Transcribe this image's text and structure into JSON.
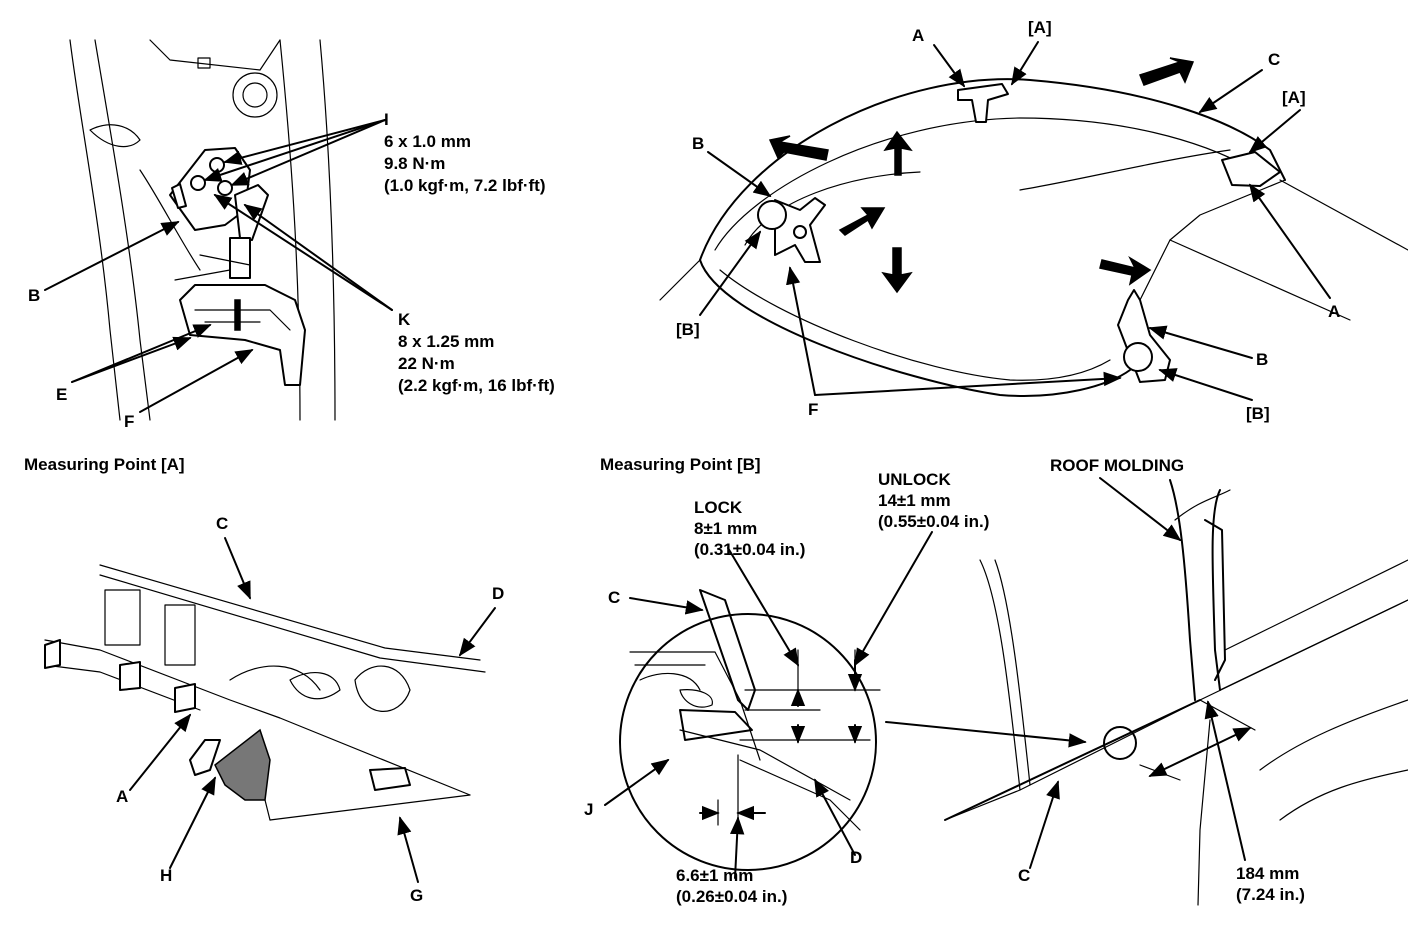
{
  "callouts": {
    "I": "I",
    "I_spec": [
      "6 x 1.0 mm",
      "9.8 N·m",
      "(1.0 kgf·m, 7.2 lbf·ft)"
    ],
    "K": "K",
    "K_spec": [
      "8 x 1.25 mm",
      "22 N·m",
      "(2.2 kgf·m, 16 lbf·ft)"
    ],
    "B": "B",
    "E": "E",
    "F": "F",
    "A": "A",
    "C": "C",
    "D": "D",
    "G": "G",
    "H": "H",
    "J": "J",
    "bracket_A": "[A]",
    "bracket_B": "[B]"
  },
  "sections": {
    "measuring_point_a": "Measuring Point [A]",
    "measuring_point_b": "Measuring Point [B]"
  },
  "dimensions": {
    "lock": [
      "LOCK",
      "8±1 mm",
      "(0.31±0.04 in.)"
    ],
    "unlock": [
      "UNLOCK",
      "14±1 mm",
      "(0.55±0.04 in.)"
    ],
    "bottom": [
      "6.6±1 mm",
      "(0.26±0.04 in.)"
    ],
    "roof": [
      "184 mm",
      "(7.24 in.)"
    ],
    "roof_molding": "ROOF MOLDING"
  }
}
